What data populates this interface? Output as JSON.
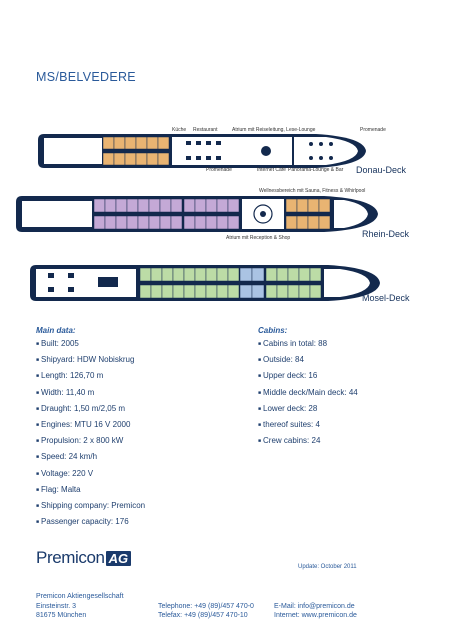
{
  "title": "MS/BELVEDERE",
  "decks": [
    {
      "name": "Donau-Deck",
      "labels_top": [
        "Küche",
        "Restaurant",
        "Atrium mit Reiseleitung, Lese-Lounge",
        "Promenade"
      ],
      "labels_bottom": [
        "Promenade",
        "Internet Café",
        "Panorama-Lounge & Bar"
      ]
    },
    {
      "name": "Rhein-Deck",
      "labels_top": [
        "Wellnessbereich mit Sauna, Fitness & Whirlpool"
      ],
      "labels_bottom": [
        "Atrium mit Reception & Shop"
      ]
    },
    {
      "name": "Mosel-Deck"
    }
  ],
  "main_data": {
    "heading": "Main data:",
    "items": [
      "Built: 2005",
      "Shipyard: HDW Nobiskrug",
      "Length: 126,70 m",
      "Width: 11,40 m",
      "Draught: 1,50 m/2,05 m",
      "Engines: MTU 16 V 2000",
      "Propulsion: 2 x 800 kW",
      "Speed: 24 km/h",
      "Voltage: 220 V",
      "Flag: Malta",
      "Shipping company: Premicon",
      "Passenger capacity: 176"
    ]
  },
  "cabins": {
    "heading": "Cabins:",
    "items": [
      "Cabins in total: 88",
      "Outside: 84",
      "Upper deck: 16",
      "Middle deck/Main deck: 44",
      "Lower deck: 28",
      "thereof suites: 4",
      "Crew cabins: 24"
    ]
  },
  "logo": {
    "word": "Premicon",
    "ag": "AG"
  },
  "update": "Update: October 2011",
  "footer": {
    "company": "Premicon Aktiengesellschaft",
    "street": "Einsteinstr. 3",
    "city": "81675 München",
    "phone": "Telephone: +49 (89)/457 470-0",
    "fax": "Telefax: +49 (89)/457 470-10",
    "email": "E-Mail: info@premicon.de",
    "web": "Internet: www.premicon.de"
  },
  "colors": {
    "text": "#1f3f6e",
    "accent": "#2a5a9a",
    "hull": "#13294d",
    "cabin_orange": "#e9b472",
    "cabin_purple": "#c4a9d6",
    "cabin_green": "#bcdca6",
    "cabin_blue": "#aac3e3"
  }
}
